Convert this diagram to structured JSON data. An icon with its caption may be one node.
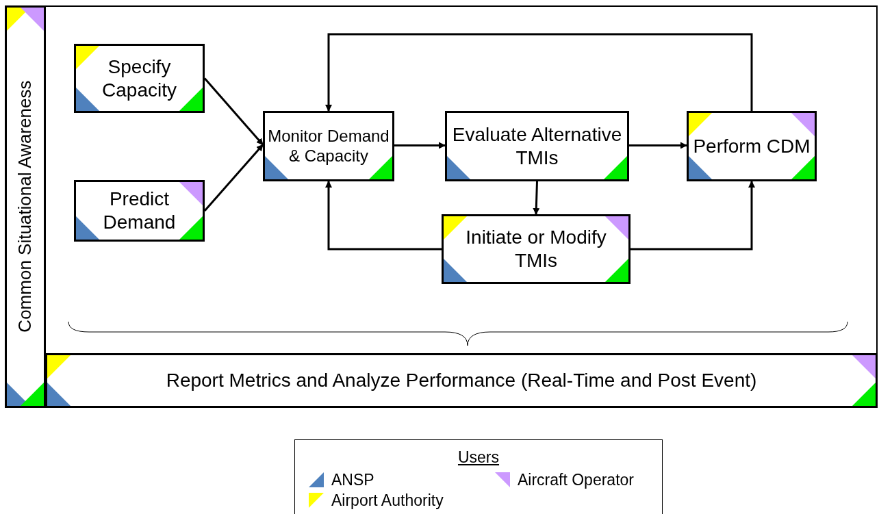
{
  "diagram": {
    "nodes": [
      {
        "text": [
          "Common Situational Awareness"
        ]
      },
      {
        "text": [
          "Specify Capacity"
        ]
      },
      {
        "text": [
          "Predict Demand"
        ]
      },
      {
        "text": [
          "Monitor Demand & Capacity"
        ]
      },
      {
        "text": [
          "Evaluate Alternative TMIs"
        ]
      },
      {
        "text": [
          "Perform CDM"
        ]
      },
      {
        "text": [
          "Initiate or Modify TMIs"
        ]
      },
      {
        "text": [
          "Report Metrics and Analyze Performance (Real-Time and Post Event)"
        ]
      }
    ],
    "edges": [
      {
        "from": 1,
        "to": 3,
        "arrow": "to"
      },
      {
        "from": 2,
        "to": 3,
        "arrow": "to"
      },
      {
        "from": 3,
        "to": 4,
        "arrow": "to"
      },
      {
        "from": 4,
        "to": 5,
        "arrow": "to"
      },
      {
        "from": 4,
        "to": 6,
        "arrow": "to"
      },
      {
        "from": 6,
        "to": 3,
        "arrow": "to"
      },
      {
        "from": 6,
        "to": 5,
        "arrow": "to"
      },
      {
        "from": 5,
        "to": 3,
        "arrow": "to"
      }
    ],
    "legend": [
      {
        "text": "ANSP",
        "color": "#4f81bd"
      },
      {
        "text": "Aircraft Operator",
        "color": "#cc99ff"
      },
      {
        "text": "Airport Authority",
        "color": "#ffff00"
      }
    ],
    "labels": [
      "Users"
    ]
  }
}
